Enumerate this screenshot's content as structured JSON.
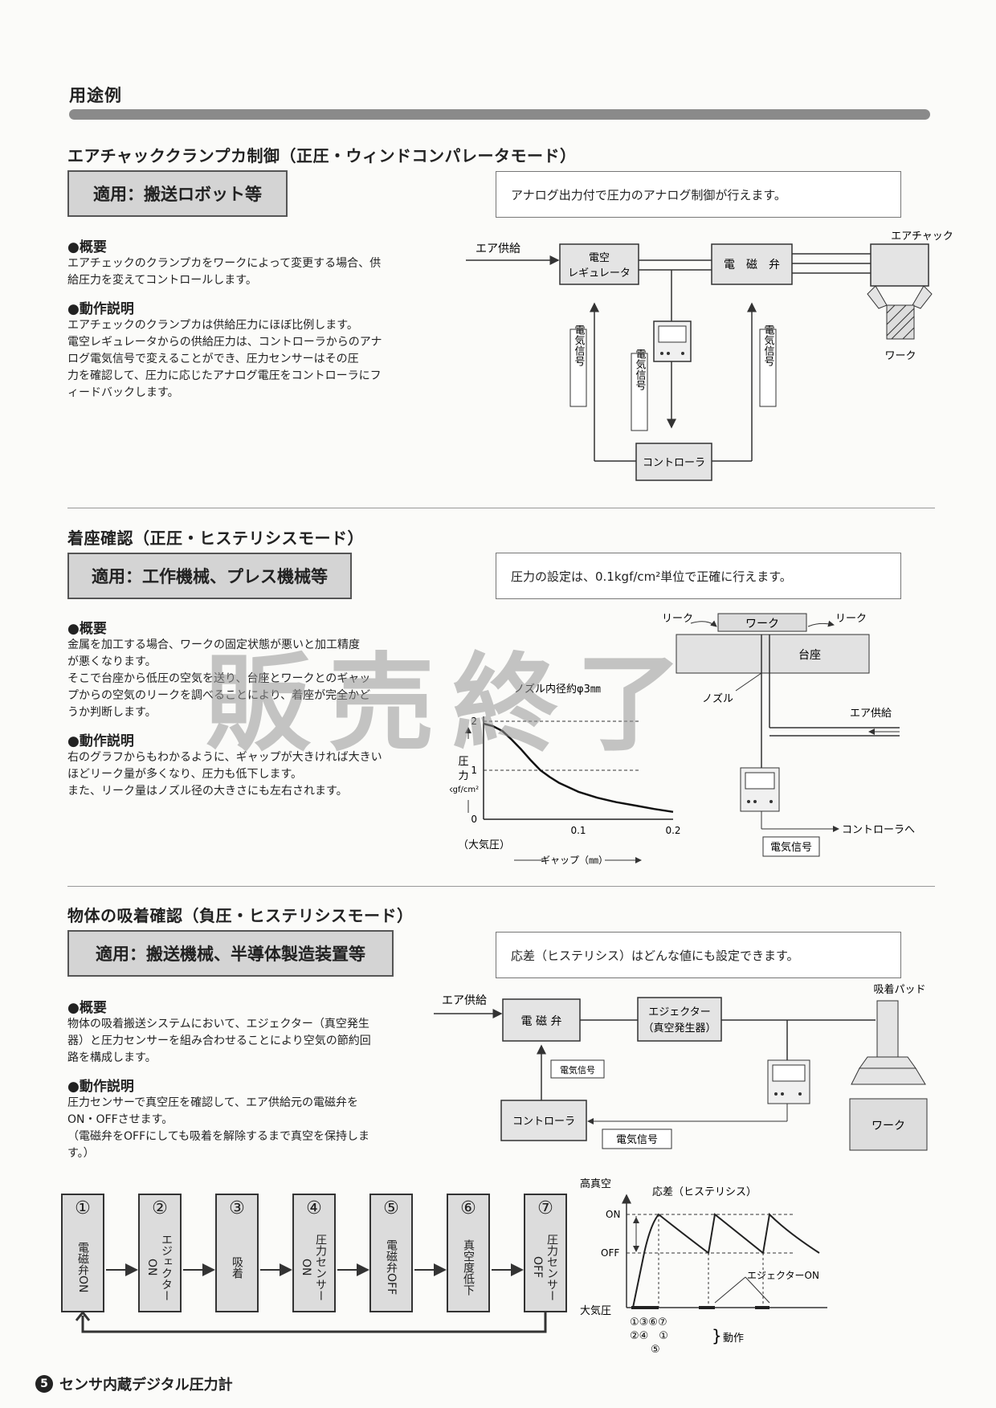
{
  "page_title": "用途例",
  "section1": {
    "heading": "エアチャッククランプカ制御（正圧・ウィンドコンパレータモード）",
    "application": "適用：搬送ロボット等",
    "note": "アナログ出力付で圧力のアナログ制御が行えます。",
    "overview_title": "●概要",
    "overview_lines": [
      "エアチェックのクランプカをワークによって変更する場合、供",
      "給圧力を変えてコントロールします。"
    ],
    "operation_title": "●動作説明",
    "operation_lines": [
      "エアチェックのクランプカは供給圧力にほぼ比例します。",
      "電空レギュレータからの供給圧力は、コントローラからのアナ",
      "ログ電気信号で変えることができ、圧力センサーはその圧",
      "力を確認して、圧力に応じたアナログ電圧をコントローラにフ",
      "ィードバックします。"
    ],
    "diagram": {
      "air_supply": "エア供給",
      "regulator_line1": "電空",
      "regulator_line2": "レギュレータ",
      "valve": "電　磁　弁",
      "chuck": "エアチャック",
      "work": "ワーク",
      "signal_left": "電気信号",
      "signal_mid": "電気信号",
      "signal_right": "電気信号",
      "controller": "コントローラ"
    }
  },
  "section2": {
    "heading": "着座確認（正圧・ヒステリシスモード）",
    "application": "適用：工作機械、プレス機械等",
    "note": "圧力の設定は、0.1kgf/cm²単位で正確に行えます。",
    "overview_title": "●概要",
    "overview_lines": [
      "金属を加工する場合、ワークの固定状態が悪いと加工精度",
      "が悪くなります。",
      "そこで台座から低圧の空気を送り、台座とワークとのギャッ",
      "プからの空気のリークを調べることにより、着座が完全かど",
      "うか判断します。"
    ],
    "operation_title": "●動作説明",
    "operation_lines": [
      "右のグラフからもわかるように、ギャップが大きければ大きい",
      "ほどリーク量が多くなり、圧力も低下します。",
      "また、リーク量はノズル径の大きさにも左右されます。"
    ],
    "diagram": {
      "leak_left": "リーク",
      "leak_right": "リーク",
      "work": "ワーク",
      "base": "台座",
      "nozzle": "ノズル",
      "air_supply": "エア供給",
      "to_controller": "コントローラへ",
      "signal": "電気信号"
    },
    "watermark": "販売終了"
  },
  "chart_data": {
    "type": "line",
    "title": "ノズル内径約φ3㎜",
    "xlabel": "ギャップ（㎜）",
    "ylabel_chars": [
      "圧",
      "力"
    ],
    "yunit": "kgf/cm²",
    "ylim": [
      0,
      2
    ],
    "xlim": [
      0,
      0.2
    ],
    "x_ticks": [
      "0.1",
      "0.2"
    ],
    "y_ticks": [
      "0",
      "1",
      "2"
    ],
    "origin_note": "（大気圧）",
    "dashed_levels": [
      1,
      2
    ],
    "series": [
      {
        "x": [
          0,
          0.01,
          0.02,
          0.03,
          0.04,
          0.05,
          0.06,
          0.07,
          0.08,
          0.1,
          0.12,
          0.14,
          0.16,
          0.18,
          0.2
        ],
        "y": [
          1.95,
          1.9,
          1.8,
          1.62,
          1.42,
          1.2,
          1.0,
          0.86,
          0.74,
          0.56,
          0.44,
          0.35,
          0.28,
          0.21,
          0.15
        ]
      }
    ]
  },
  "section3": {
    "heading": "物体の吸着確認（負圧・ヒステリシスモード）",
    "application": "適用：搬送機械、半導体製造装置等",
    "note": "応差（ヒステリシス）はどんな値にも設定できます。",
    "overview_title": "●概要",
    "overview_lines": [
      "物体の吸着搬送システムにおいて、エジェクター（真空発生",
      "器）と圧力センサーを組み合わせることにより空気の節約回",
      "路を構成します。"
    ],
    "operation_title": "●動作説明",
    "operation_lines": [
      "圧力センサーで真空圧を確認して、エア供給元の電磁弁を",
      "ON・OFFさせます。",
      "（電磁弁をOFFにしても吸着を解除するまで真空を保持しま",
      "す。）"
    ],
    "diagram": {
      "air_supply": "エア供給",
      "valve": "電 磁 弁",
      "ejector_line1": "エジェクター",
      "ejector_line2": "（真空発生器）",
      "pad": "吸着パッド",
      "work": "ワーク",
      "signal_up": "電気信号",
      "controller": "コントローラ",
      "signal_bottom": "電気信号"
    },
    "flow": [
      {
        "num": "①",
        "label": "電磁弁ON"
      },
      {
        "num": "②",
        "label": "エジェクターON"
      },
      {
        "num": "③",
        "label": "吸着"
      },
      {
        "num": "④",
        "label": "圧力センサーON"
      },
      {
        "num": "⑤",
        "label": "電磁弁OFF"
      },
      {
        "num": "⑥",
        "label": "真空度低下"
      },
      {
        "num": "⑦",
        "label": "圧力センサーOFF"
      }
    ],
    "timing": {
      "high_vacuum": "高真空",
      "hysteresis": "応差（ヒステリシス）",
      "on": "ON",
      "off": "OFF",
      "ejector_on": "エジェクターON",
      "atmospheric": "大気圧",
      "seq_row1": "①③⑥⑦",
      "seq_row2": "②④　①",
      "seq_row3": "⑤",
      "action": "動作"
    }
  },
  "footer": {
    "page_num": "5",
    "title": "センサ内蔵デジタル圧力計"
  }
}
